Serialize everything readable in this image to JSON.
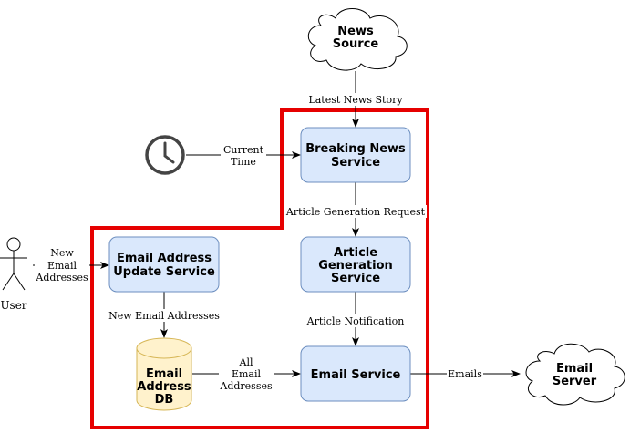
{
  "nodes": {
    "news_source": [
      "News",
      "Source"
    ],
    "breaking_news": [
      "Breaking News",
      "Service"
    ],
    "article_generation": [
      "Article",
      "Generation",
      "Service"
    ],
    "email_update": [
      "Email Address",
      "Update Service"
    ],
    "email_service": [
      "Email Service"
    ],
    "email_db": [
      "Email",
      "Address",
      "DB"
    ],
    "email_server": [
      "Email",
      "Server"
    ],
    "user": "User"
  },
  "edges": {
    "latest_news": "Latest News Story",
    "current_time": [
      "Current",
      "Time"
    ],
    "article_request": "Article Generation Request",
    "new_emails_in": [
      "New",
      "Email",
      "Addresses"
    ],
    "new_emails_db": "New Email Addresses",
    "article_notification": "Article Notification",
    "all_emails": [
      "All",
      "Email",
      "Addresses"
    ],
    "emails_out": "Emails"
  },
  "icons": {
    "clock": "clock-icon",
    "user": "user-stick-figure-icon",
    "cloud": "cloud-icon",
    "database": "database-cylinder-icon"
  },
  "colors": {
    "service_fill": "#dae8fc",
    "service_stroke": "#6c8ebf",
    "db_fill": "#fff2cc",
    "db_stroke": "#d6b656",
    "boundary": "#e60000",
    "clock": "#444444"
  }
}
